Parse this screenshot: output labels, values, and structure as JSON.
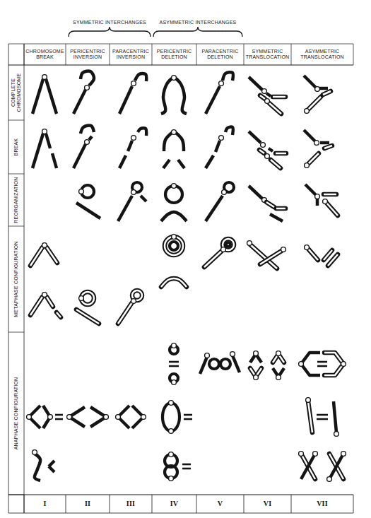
{
  "diagram": {
    "labels": [
      "SYMMETRIC INTERCHANGES",
      "ASYMMETRIC INTERCHANGES",
      "CHROMOSOME BREAK",
      "PERICENTRIC INVERSION",
      "PARACENTRIC INVERSION",
      "PERICENTRIC DELETION",
      "PARACENTRIC DELETION",
      "SYMMETRIC TRANSLOCATION",
      "ASYMMETRIC TRANSLOCATION",
      "COMPLETE CHROMOSOME",
      "BREAK",
      "REORGANIZATION",
      "METAPHASE CONFIGURATION",
      "ANAPHASE CONFIGURATION",
      "I",
      "II",
      "III",
      "IV",
      "V",
      "VI",
      "VII"
    ]
  }
}
